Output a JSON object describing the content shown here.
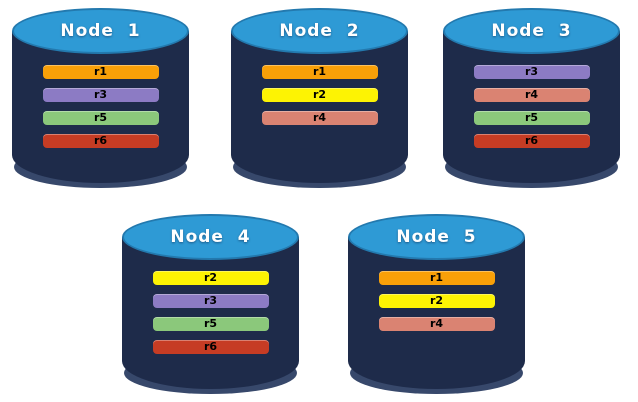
{
  "diagram": {
    "background": "#FFFFFF",
    "palette": {
      "cylinder_top": "#2E9AD5",
      "cylinder_top_border": "#2379AE",
      "cylinder_body": "#1E2B4A",
      "cylinder_rim": "#37486B",
      "node_label_color": "#FFFFFF",
      "replica_label_color": "#000000",
      "replica_colors": {
        "r1": "#F9A008",
        "r2": "#FDF303",
        "r3": "#8C7BC4",
        "r4": "#DA8372",
        "r5": "#8BC87B",
        "r6": "#C63C24"
      }
    },
    "nodes": [
      {
        "label": "Node  1",
        "replicas": [
          {
            "label": "r1",
            "color": "#F9A008"
          },
          {
            "label": "r3",
            "color": "#8C7BC4"
          },
          {
            "label": "r5",
            "color": "#8BC87B"
          },
          {
            "label": "r6",
            "color": "#C63C24"
          }
        ]
      },
      {
        "label": "Node  2",
        "replicas": [
          {
            "label": "r1",
            "color": "#F9A008"
          },
          {
            "label": "r2",
            "color": "#FDF303"
          },
          {
            "label": "r4",
            "color": "#DA8372"
          }
        ]
      },
      {
        "label": "Node  3",
        "replicas": [
          {
            "label": "r3",
            "color": "#8C7BC4"
          },
          {
            "label": "r4",
            "color": "#DA8372"
          },
          {
            "label": "r5",
            "color": "#8BC87B"
          },
          {
            "label": "r6",
            "color": "#C63C24"
          }
        ]
      },
      {
        "label": "Node  4",
        "replicas": [
          {
            "label": "r2",
            "color": "#FDF303"
          },
          {
            "label": "r3",
            "color": "#8C7BC4"
          },
          {
            "label": "r5",
            "color": "#8BC87B"
          },
          {
            "label": "r6",
            "color": "#C63C24"
          }
        ]
      },
      {
        "label": "Node  5",
        "replicas": [
          {
            "label": "r1",
            "color": "#F9A008"
          },
          {
            "label": "r2",
            "color": "#FDF303"
          },
          {
            "label": "r4",
            "color": "#DA8372"
          }
        ]
      }
    ]
  }
}
